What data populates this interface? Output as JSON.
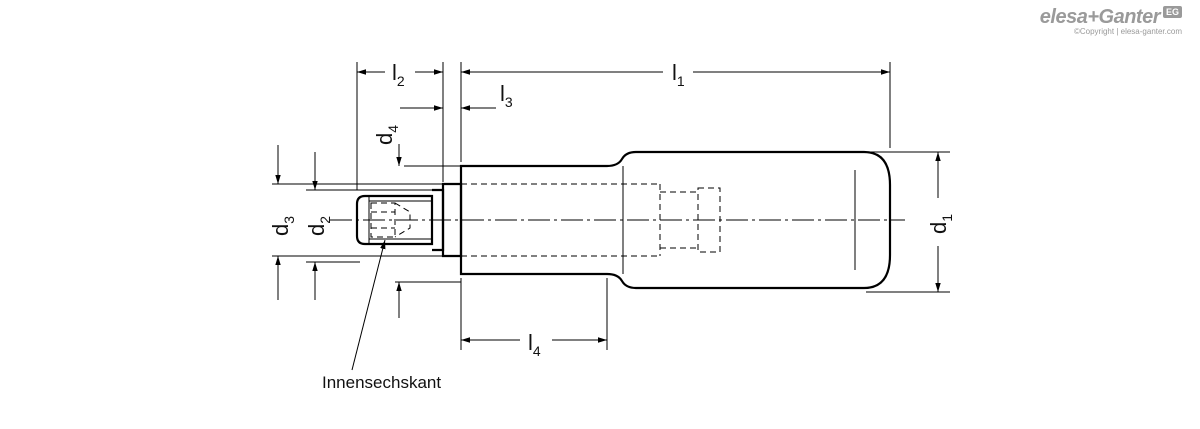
{
  "brand": {
    "name": "elesa+Ganter",
    "badge": "EG",
    "copyright": "©Copyright | elesa-ganter.com"
  },
  "dimensions": {
    "l1": {
      "base": "l",
      "index": "1"
    },
    "l2": {
      "base": "l",
      "index": "2"
    },
    "l3": {
      "base": "l",
      "index": "3"
    },
    "l4": {
      "base": "l",
      "index": "4"
    },
    "d1": {
      "base": "d",
      "index": "1"
    },
    "d2": {
      "base": "d",
      "index": "2"
    },
    "d3": {
      "base": "d",
      "index": "3"
    },
    "d4": {
      "base": "d",
      "index": "4"
    }
  },
  "annotation": {
    "label": "Innensechskant"
  }
}
